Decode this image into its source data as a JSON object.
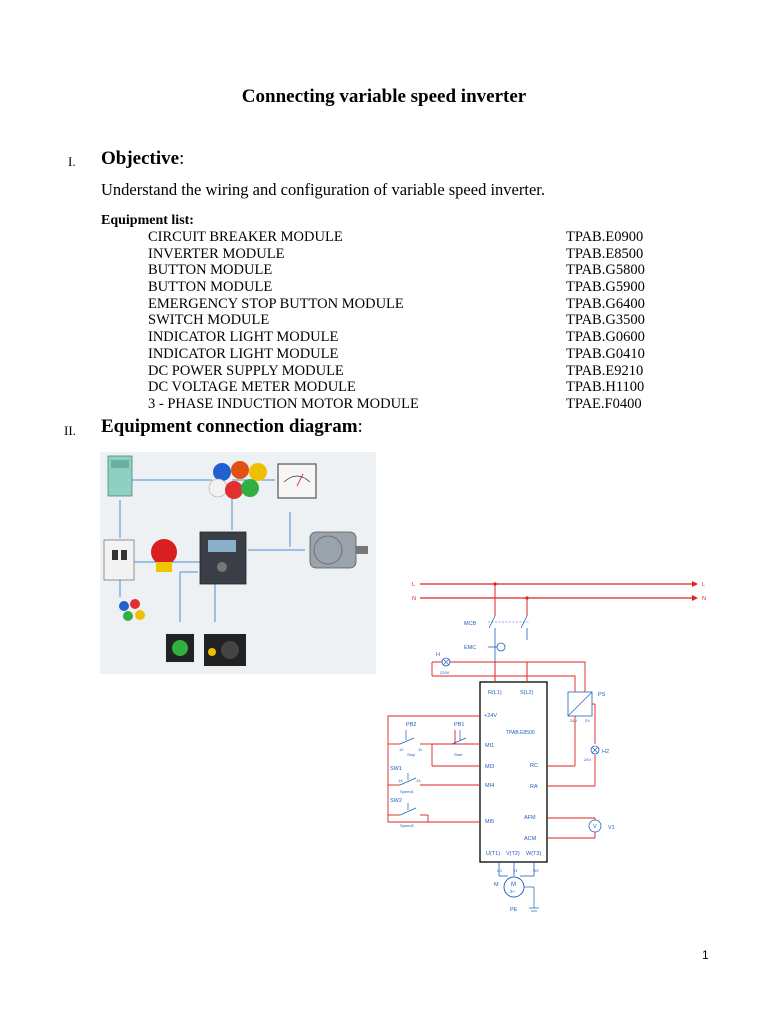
{
  "document": {
    "title": "Connecting variable speed inverter",
    "page_number": "1"
  },
  "section1": {
    "numeral": "I.",
    "heading": "Objective",
    "colon": ":",
    "text": "Understand the wiring and configuration of variable speed inverter.",
    "equipment_label": "Equipment list:",
    "equipment": [
      {
        "name": "CIRCUIT BREAKER MODULE",
        "code": "TPAB.E0900"
      },
      {
        "name": "INVERTER MODULE",
        "code": "TPAB.E8500"
      },
      {
        "name": "BUTTON MODULE",
        "code": "TPAB.G5800"
      },
      {
        "name": "BUTTON MODULE",
        "code": "TPAB.G5900"
      },
      {
        "name": "EMERGENCY STOP BUTTON MODULE",
        "code": "TPAB.G6400"
      },
      {
        "name": "SWITCH MODULE",
        "code": "TPAB.G3500"
      },
      {
        "name": "INDICATOR LIGHT MODULE",
        "code": "TPAB.G0600"
      },
      {
        "name": "INDICATOR LIGHT MODULE",
        "code": "TPAB.G0410"
      },
      {
        "name": "DC POWER SUPPLY MODULE",
        "code": "TPAB.E9210"
      },
      {
        "name": "DC VOLTAGE METER MODULE",
        "code": "TPAB.H1100"
      },
      {
        "name": "3 - PHASE INDUCTION MOTOR MODULE",
        "code": "TPAE.F0400"
      }
    ]
  },
  "section2": {
    "numeral": "II.",
    "heading": "Equipment connection diagram",
    "colon": ":"
  },
  "schematic": {
    "line_l": "L",
    "line_n": "N",
    "mcb": "MCB",
    "emc": "EMC",
    "h": "H",
    "h_voltage": "220V",
    "ps": "PS",
    "ps_in": "24V",
    "ps_out": "0V",
    "r": "R(L1)",
    "s": "S(L2)",
    "plus24": "+24V",
    "model": "TPAB.E8500",
    "pb2": "PB2",
    "pb2_label": "Stop",
    "pb1": "PB1",
    "pb1_label": "Start",
    "mi1": "MI1",
    "mi3": "MI3",
    "mi4": "MI4",
    "mi5": "MI5",
    "sw1": "SW1",
    "sw1_label": "Speed1",
    "sw2": "SW2",
    "sw2_label": "Speed2",
    "rc": "RC",
    "ra": "RA",
    "h2": "H2",
    "h2_voltage": "24V",
    "afm": "AFM",
    "acm": "ACM",
    "v_symbol": "V",
    "v1": "V1",
    "u": "U(T1)",
    "v": "V(T2)",
    "w": "W(T3)",
    "u1": "U1",
    "v1t": "V1",
    "w1": "W1",
    "motor": "M",
    "motor_symbol": "M",
    "motor_phase": "3~",
    "pe": "PE",
    "contact_12": "12",
    "contact_11": "11",
    "contact_14": "14",
    "contact_13": "13"
  },
  "colors": {
    "power_line": "#e02020",
    "control_line": "#1f5fbf",
    "arrow": "#4a8fd0"
  }
}
